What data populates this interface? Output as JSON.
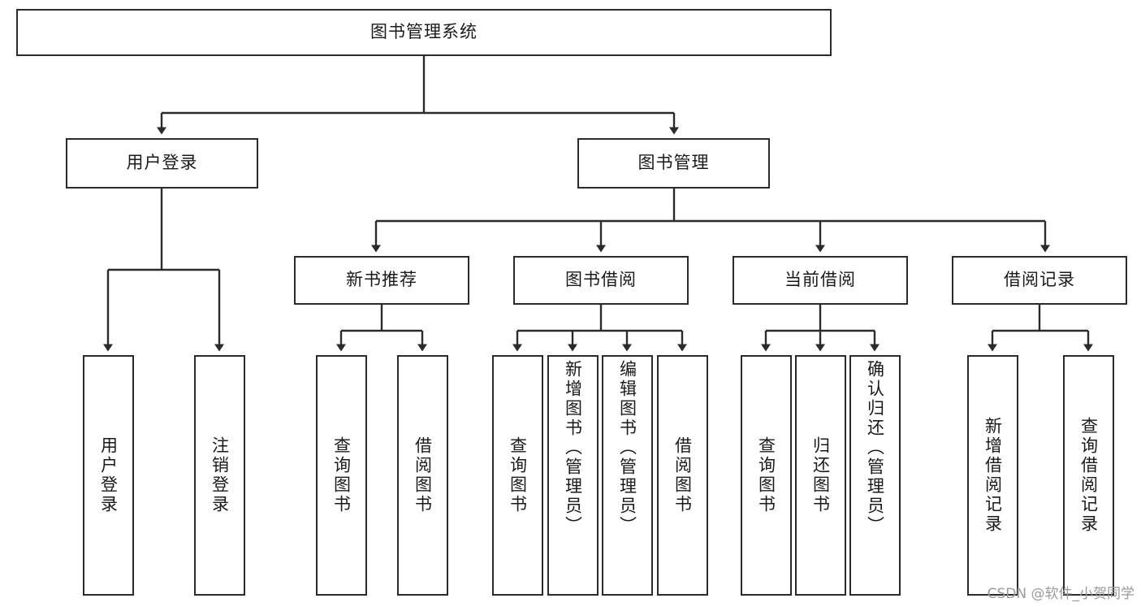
{
  "diagram": {
    "title_node": {
      "label": "图书管理系统"
    },
    "level2": [
      {
        "id": "user-login",
        "label": "用户登录"
      },
      {
        "id": "book-management",
        "label": "图书管理"
      }
    ],
    "level3": [
      {
        "id": "new-book-recommend",
        "label": "新书推荐"
      },
      {
        "id": "book-borrow",
        "label": "图书借阅"
      },
      {
        "id": "current-borrow",
        "label": "当前借阅"
      },
      {
        "id": "borrow-record",
        "label": "借阅记录"
      }
    ],
    "leaves": [
      {
        "id": "leaf-user-login",
        "label": "用户登录",
        "align": "center"
      },
      {
        "id": "leaf-logout-login",
        "label": "注销登录",
        "align": "center"
      },
      {
        "id": "leaf-query-book-1",
        "label": "查询图书",
        "align": "center"
      },
      {
        "id": "leaf-borrow-book-1",
        "label": "借阅图书",
        "align": "center"
      },
      {
        "id": "leaf-query-book-2",
        "label": "查询图书",
        "align": "center"
      },
      {
        "id": "leaf-add-book-admin",
        "label": "新增图书（管理员）",
        "align": "top"
      },
      {
        "id": "leaf-edit-book-admin",
        "label": "编辑图书（管理员）",
        "align": "top"
      },
      {
        "id": "leaf-borrow-book-2",
        "label": "借阅图书",
        "align": "center"
      },
      {
        "id": "leaf-query-book-3",
        "label": "查询图书",
        "align": "center"
      },
      {
        "id": "leaf-return-book",
        "label": "归还图书",
        "align": "center"
      },
      {
        "id": "leaf-confirm-return-admin",
        "label": "确认归还（管理员）",
        "align": "top"
      },
      {
        "id": "leaf-add-borrow-record",
        "label": "新增借阅记录",
        "align": "center"
      },
      {
        "id": "leaf-query-borrow-record",
        "label": "查询借阅记录",
        "align": "center"
      }
    ],
    "watermark": "CSDN @软件_小贺同学",
    "colors": {
      "stroke": "#2b2b2b",
      "fill": "#ffffff",
      "text": "#1a1a1a",
      "watermark": "#9a9a9a"
    }
  }
}
